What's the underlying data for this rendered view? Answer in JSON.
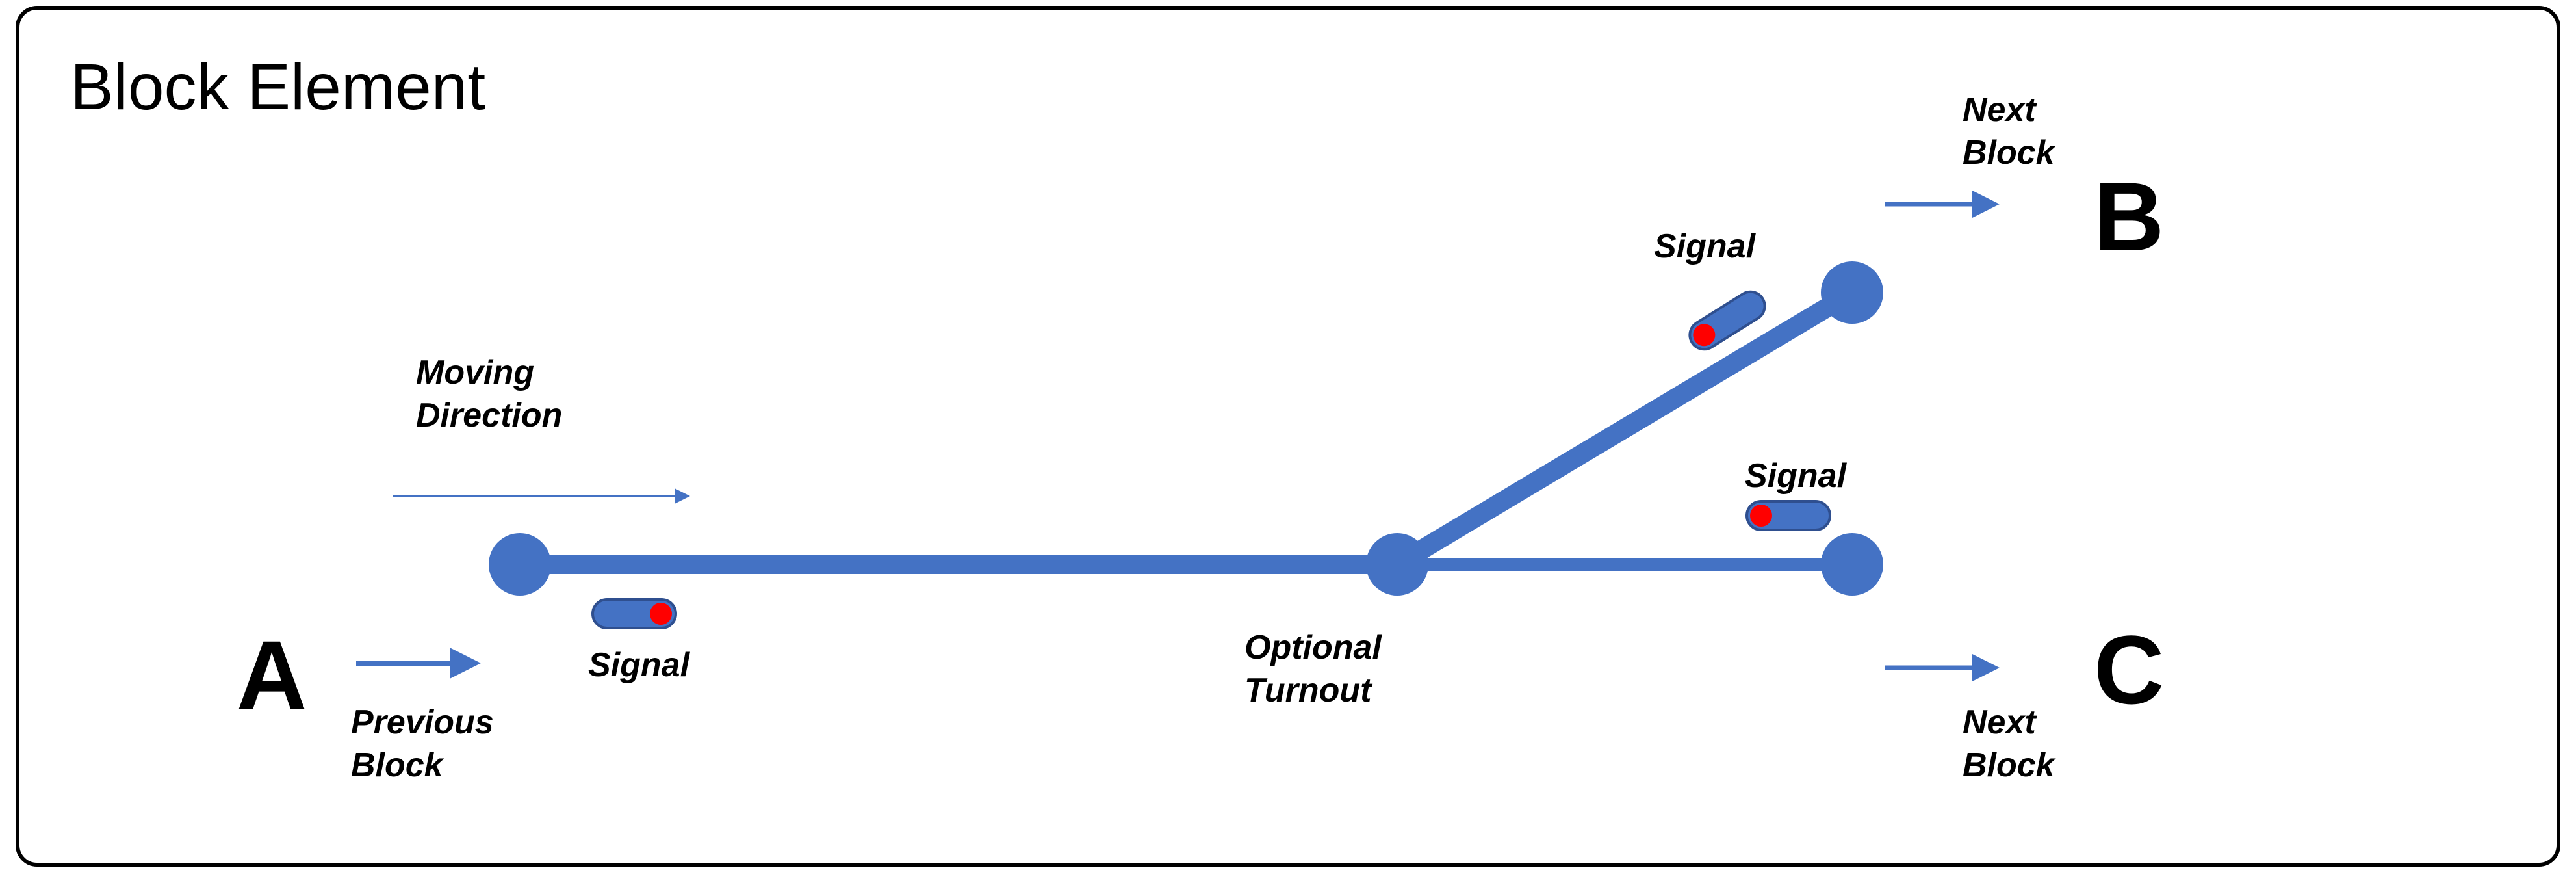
{
  "title": "Block Element",
  "nodes": {
    "a": "A",
    "b": "B",
    "c": "C"
  },
  "labels": {
    "moving": [
      "Moving",
      "Direction"
    ],
    "previous": [
      "Previous",
      "Block"
    ],
    "next_b": [
      "Next",
      "Block"
    ],
    "next_c": [
      "Next",
      "Block"
    ],
    "turnout": [
      "Optional",
      "Turnout"
    ],
    "signal_main": "Signal",
    "signal_b": "Signal",
    "signal_c": "Signal"
  },
  "colors": {
    "track": "#4472c4",
    "signal_lamp": "#ff0000",
    "signal_outline": "#2f4f8f",
    "frame": "#000000"
  }
}
